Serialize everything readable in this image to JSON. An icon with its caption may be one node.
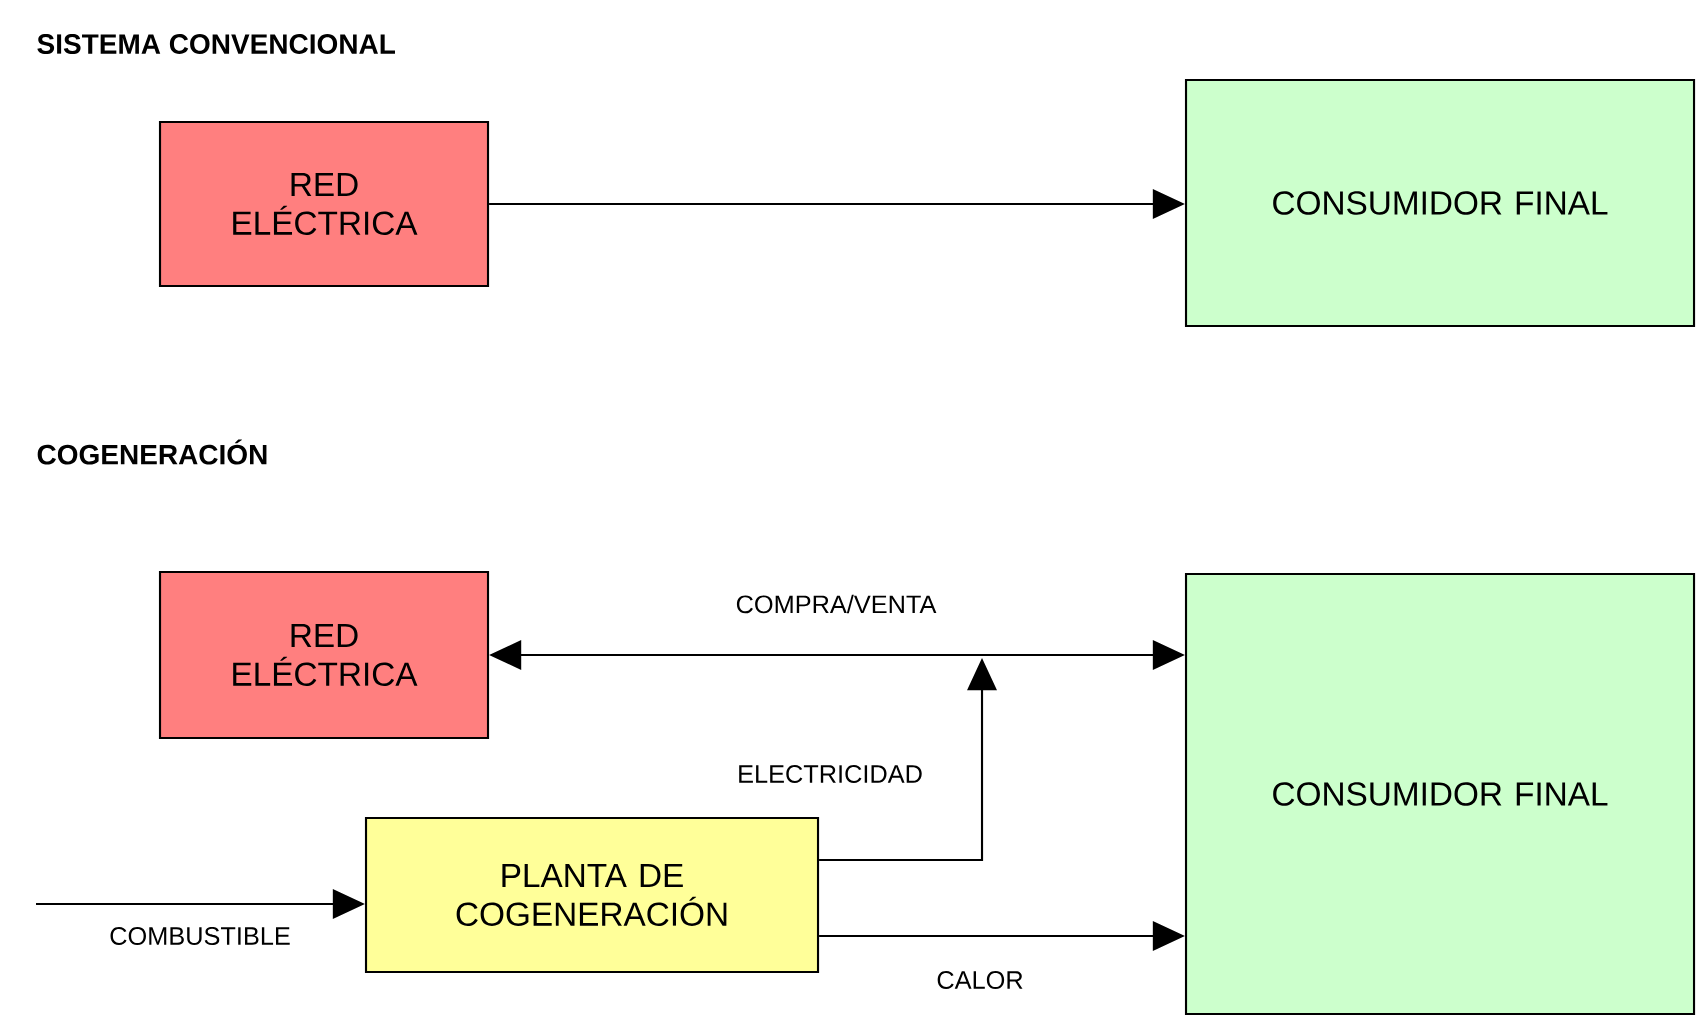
{
  "diagram": {
    "nodes": [
      {
        "text": [
          "RED ELÉCTRICA"
        ]
      },
      {
        "text": [
          "CONSUMIDOR FINAL"
        ]
      },
      {
        "text": [
          "RED ELÉCTRICA"
        ]
      },
      {
        "text": [
          "CONSUMIDOR FINAL"
        ]
      },
      {
        "text": [
          "PLANTA DE COGENERACIÓN"
        ]
      }
    ],
    "edges": [
      {
        "from": 0,
        "to": 1,
        "arrow": "to"
      },
      {
        "from": 2,
        "to": 3,
        "arrow": "both",
        "label": "COMPRA/VENTA"
      },
      {
        "from": 4,
        "to": null,
        "arrow": "to",
        "label": "ELECTRICIDAD"
      },
      {
        "from": 4,
        "to": 3,
        "arrow": "to",
        "label": "CALOR"
      },
      {
        "from": null,
        "to": 4,
        "arrow": "to",
        "label": "COMBUSTIBLE"
      }
    ],
    "labels": [
      "SISTEMA CONVENCIONAL",
      "COGENERACIÓN"
    ]
  }
}
